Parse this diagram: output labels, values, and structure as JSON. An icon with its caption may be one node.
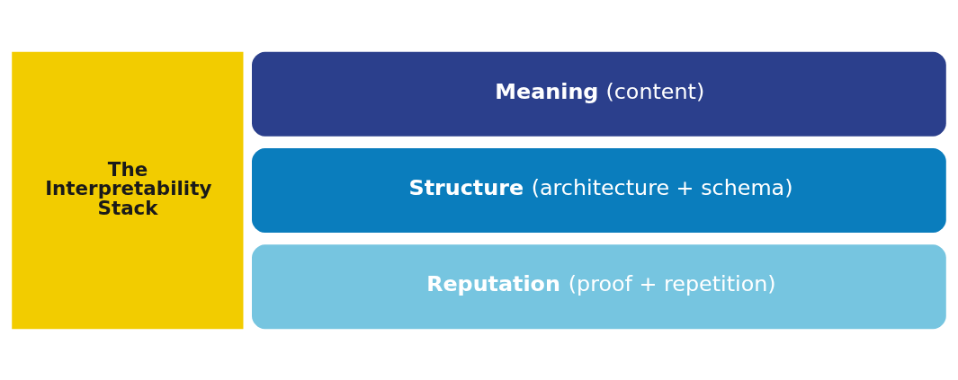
{
  "diagram": {
    "nodes": [
      {
        "text": [
          "**The Interpretability Stack**"
        ]
      },
      {
        "text": [
          "**Meaning** (content)"
        ]
      },
      {
        "text": [
          "**Structure** (architecture + schema)"
        ]
      },
      {
        "text": [
          "**Reputation** (proof + repetition)"
        ]
      }
    ]
  }
}
